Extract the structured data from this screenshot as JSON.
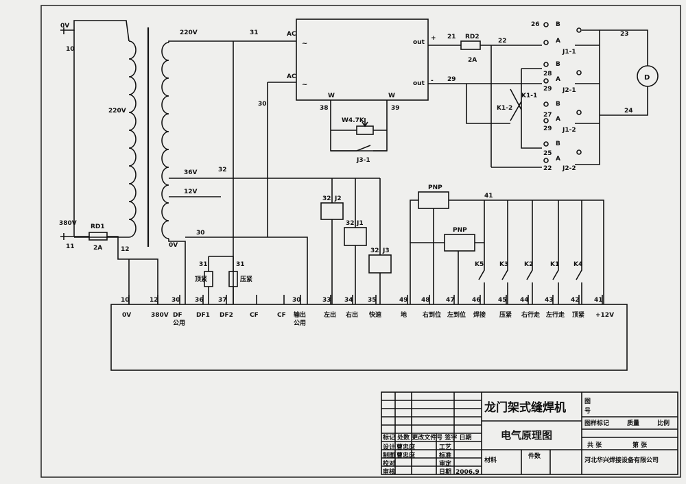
{
  "transformer": {
    "primary_top": "0V",
    "primary_top_wire": "10",
    "primary_mid": "220V",
    "primary_bot": "380V",
    "primary_bot_wire": "11",
    "fuse1": "RD1",
    "fuse1_rating": "2A",
    "wire_12": "12",
    "sec_220": "220V",
    "sec_36": "36V",
    "sec_12": "12V",
    "sec_0": "0V",
    "wire_31": "31",
    "wire_32": "32",
    "wire_30": "30",
    "wire_30b": "30"
  },
  "rectifier": {
    "ac1": "AC",
    "ac2": "AC",
    "tilde": "~",
    "out_plus": "out",
    "plus": "+",
    "out_minus": "out",
    "minus": "-",
    "w1": "W",
    "w2": "W",
    "wire_38": "38",
    "wire_39": "39",
    "pot": "W4.7K",
    "pot_switch": "J3-1"
  },
  "motor": {
    "fuse2": "RD2",
    "fuse2_rating": "2A",
    "motor_label": "D",
    "wires": [
      "21",
      "22",
      "29",
      "23",
      "24",
      "26",
      "28",
      "29",
      "27",
      "29",
      "25",
      "22"
    ],
    "contacts": [
      "J1-1",
      "J2-1",
      "J1-2",
      "J2-2"
    ],
    "k_switches": [
      "K1-1",
      "K1-2"
    ],
    "pin_a": "A",
    "pin_b": "B"
  },
  "relays": [
    {
      "wire": "32",
      "name": "J2"
    },
    {
      "wire": "32",
      "name": "J1"
    },
    {
      "wire": "32",
      "name": "J3"
    }
  ],
  "valves": [
    {
      "wire": "31",
      "name": "顶紧"
    },
    {
      "wire": "31",
      "name": "压紧"
    }
  ],
  "sensors": {
    "pnp1": "PNP",
    "pnp2": "PNP",
    "wire_41": "41"
  },
  "switches": [
    "K5",
    "K3",
    "K2",
    "K1",
    "K4"
  ],
  "terminals": [
    {
      "num": "10",
      "label": "0V"
    },
    {
      "num": "12",
      "label": "380V"
    },
    {
      "num": "30",
      "label": "DF\n公用"
    },
    {
      "num": "36",
      "label": "DF1"
    },
    {
      "num": "37",
      "label": "DF2"
    },
    {
      "num": "",
      "label": "CF"
    },
    {
      "num": "",
      "label": "CF"
    },
    {
      "num": "30",
      "label": "输出\n公用"
    },
    {
      "num": "33",
      "label": "左出"
    },
    {
      "num": "34",
      "label": "右出"
    },
    {
      "num": "35",
      "label": "快速"
    },
    {
      "num": "49",
      "label": "地"
    },
    {
      "num": "48",
      "label": "右到位"
    },
    {
      "num": "47",
      "label": "左到位"
    },
    {
      "num": "46",
      "label": "焊接"
    },
    {
      "num": "45",
      "label": "压紧"
    },
    {
      "num": "44",
      "label": "右行走"
    },
    {
      "num": "43",
      "label": "左行走"
    },
    {
      "num": "42",
      "label": "顶紧"
    },
    {
      "num": "41",
      "label": "+12V"
    }
  ],
  "title_block": {
    "title": "龙门架式缝焊机",
    "subtitle": "电气原理图",
    "tu": "图",
    "hao": "号",
    "col_mark": "图样标记",
    "col_weight": "质量",
    "col_scale": "比例",
    "sheet_total": "共 张",
    "sheet_no": "第 张",
    "company": "河北华兴焊接设备有限公司",
    "material": "材料",
    "count": "件数",
    "rev_head": "标记 处数 更改文件号 签字 日期",
    "rows": [
      {
        "role": "设计",
        "name": "曹忠庶",
        "role2": "工艺"
      },
      {
        "role": "制图",
        "name": "曹忠庶",
        "role2": "标准"
      },
      {
        "role": "校对",
        "name": "",
        "role2": "审定"
      },
      {
        "role": "审核",
        "name": "",
        "role2": "日期",
        "date": "2006.9"
      }
    ]
  }
}
